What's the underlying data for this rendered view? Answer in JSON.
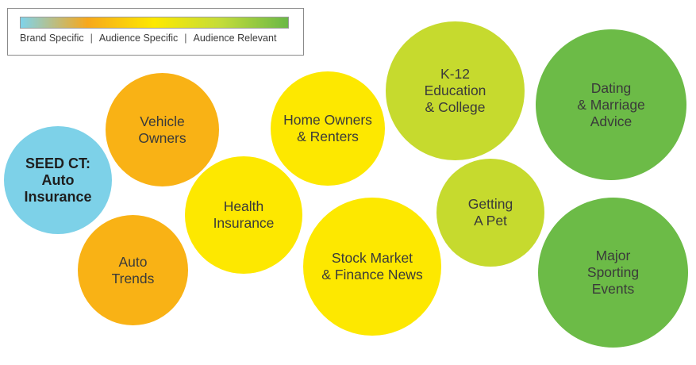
{
  "legend": {
    "labels": [
      "Brand Specific",
      "Audience Specific",
      "Audience Relevant"
    ],
    "separator": "|",
    "gradient": [
      "#7fd3ea",
      "#f7a81b",
      "#fde900",
      "#c3dc3a",
      "#6ab846"
    ]
  },
  "colors": {
    "seed": "#7dd1e8",
    "orange": "#f9b215",
    "yellow": "#fde800",
    "lime": "#c6da2e",
    "green": "#6cbb47"
  },
  "bubbles": [
    {
      "id": "seed",
      "label": "SEED CT:\nAuto\nInsurance",
      "color": "seed"
    },
    {
      "id": "vehicle-owners",
      "label": "Vehicle\nOwners",
      "color": "orange"
    },
    {
      "id": "auto-trends",
      "label": "Auto\nTrends",
      "color": "orange"
    },
    {
      "id": "health-insurance",
      "label": "Health\nInsurance",
      "color": "yellow"
    },
    {
      "id": "home-owners",
      "label": "Home Owners\n& Renters",
      "color": "yellow"
    },
    {
      "id": "stock-market",
      "label": "Stock Market\n& Finance News",
      "color": "yellow"
    },
    {
      "id": "k12",
      "label": "K-12\nEducation\n& College",
      "color": "lime"
    },
    {
      "id": "getting-pet",
      "label": "Getting\nA Pet",
      "color": "lime"
    },
    {
      "id": "dating",
      "label": "Dating\n& Marriage\nAdvice",
      "color": "green"
    },
    {
      "id": "sporting",
      "label": "Major\nSporting\nEvents",
      "color": "green"
    }
  ]
}
